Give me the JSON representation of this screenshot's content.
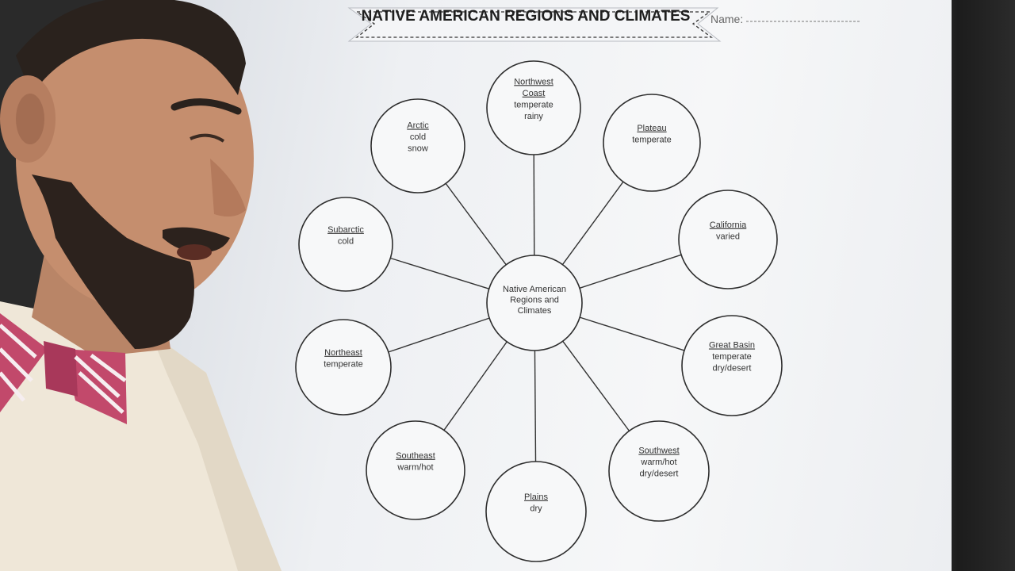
{
  "header": {
    "title": "NATIVE AMERICAN REGIONS AND CLIMATES",
    "name_label": "Name:"
  },
  "center": {
    "lines": [
      "Native American",
      "Regions and",
      "Climates"
    ]
  },
  "regions": [
    {
      "key": "northwest-coast",
      "name_lines": [
        "Northwest",
        "Coast"
      ],
      "climate_lines": [
        "temperate",
        "rainy"
      ]
    },
    {
      "key": "plateau",
      "name_lines": [
        "Plateau"
      ],
      "climate_lines": [
        "temperate"
      ]
    },
    {
      "key": "california",
      "name_lines": [
        "California"
      ],
      "climate_lines": [
        "varied"
      ]
    },
    {
      "key": "great-basin",
      "name_lines": [
        "Great Basin"
      ],
      "climate_lines": [
        "temperate",
        "dry/desert"
      ]
    },
    {
      "key": "southwest",
      "name_lines": [
        "Southwest"
      ],
      "climate_lines": [
        "warm/hot",
        "dry/desert"
      ]
    },
    {
      "key": "plains",
      "name_lines": [
        "Plains"
      ],
      "climate_lines": [
        "dry"
      ]
    },
    {
      "key": "southeast",
      "name_lines": [
        "Southeast"
      ],
      "climate_lines": [
        "warm/hot"
      ]
    },
    {
      "key": "northeast",
      "name_lines": [
        "Northeast"
      ],
      "climate_lines": [
        "temperate"
      ]
    },
    {
      "key": "subarctic",
      "name_lines": [
        "Subarctic"
      ],
      "climate_lines": [
        "cold"
      ]
    },
    {
      "key": "arctic",
      "name_lines": [
        "Arctic"
      ],
      "climate_lines": [
        "cold",
        "snow"
      ]
    }
  ]
}
